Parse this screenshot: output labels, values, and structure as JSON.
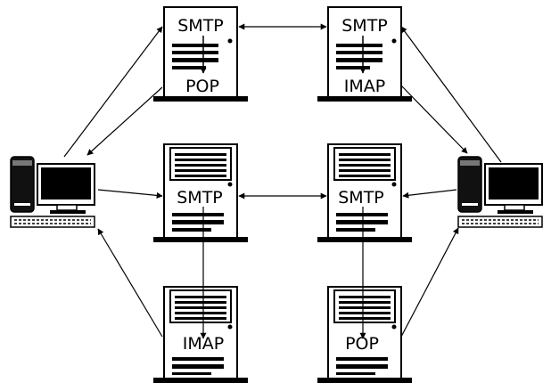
{
  "colors": {
    "ink": "#000000",
    "body": "#ffffff",
    "shade": "#8a8a8a"
  },
  "servers": [
    {
      "id": "tl",
      "top": "SMTP",
      "bottom": "POP"
    },
    {
      "id": "tr",
      "top": "SMTP",
      "bottom": "IMAP"
    },
    {
      "id": "ml",
      "label": "SMTP"
    },
    {
      "id": "mr",
      "label": "SMTP"
    },
    {
      "id": "bl",
      "label": "IMAP"
    },
    {
      "id": "br",
      "label": "POP"
    }
  ],
  "clients": [
    {
      "id": "left-computer",
      "icon": "desktop-computer-icon"
    },
    {
      "id": "right-computer",
      "icon": "desktop-computer-icon"
    }
  ]
}
